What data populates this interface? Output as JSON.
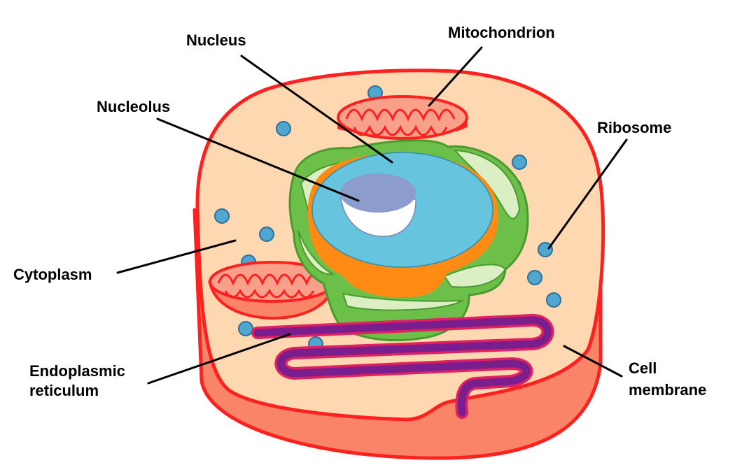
{
  "labels": {
    "nucleus": "Nucleus",
    "mitochondrion": "Mitochondrion",
    "nucleolus": "Nucleolus",
    "ribosome": "Ribosome",
    "cytoplasm": "Cytoplasm",
    "endoplasmic_line1": "Endoplasmic",
    "endoplasmic_line2": "reticulum",
    "cell_line1": "Cell",
    "cell_line2": "membrane"
  },
  "colors": {
    "membrane_stroke": "#ff2020",
    "cell_side": "#fa8467",
    "cytoplasm": "#fdd8b0",
    "mitochondrion_fill": "#f9a08a",
    "er_green": "#6cc04a",
    "er_light": "#dcefc4",
    "nuclear_envelope": "#ff8a14",
    "nucleus": "#66c4de",
    "nucleolus": "#8c9ccc",
    "ribosome": "#4fa6cf",
    "reticulum": "#7a1e8e",
    "leader_line": "#000000"
  }
}
